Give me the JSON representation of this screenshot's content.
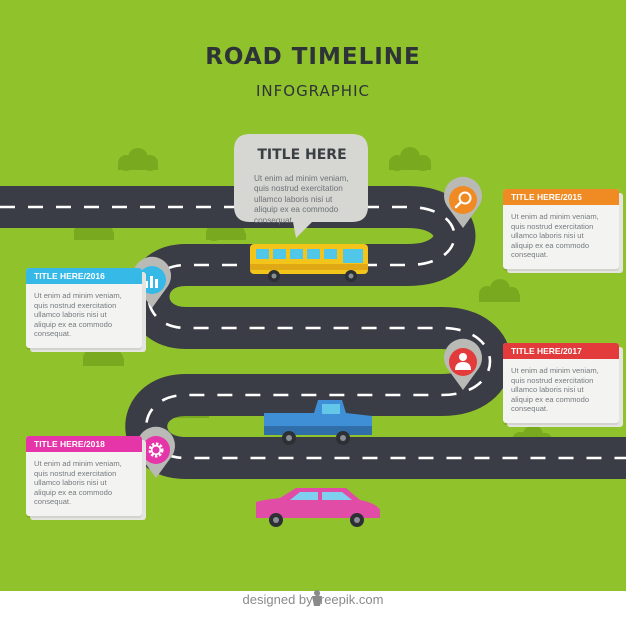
{
  "header": {
    "title": "ROAD TIMELINE",
    "subtitle": "INFOGRAPHIC"
  },
  "bubble": {
    "title": "TITLE HERE",
    "lines": [
      "Ut enim ad minim veniam,",
      "quis nostrud exercitation",
      "ullamco laboris nisi ut",
      "aliquip ex ea commodo",
      "consequat."
    ]
  },
  "milestones": [
    {
      "label": "TITLE HERE/2015",
      "color": "#f08a22",
      "icon": "magnifier-icon",
      "lines": [
        "Ut enim ad minim veniam,",
        "quis nostrud exercitation",
        "ullamco laboris nisi ut",
        "aliquip ex ea commodo",
        "consequat."
      ]
    },
    {
      "label": "TITLE HERE/2016",
      "color": "#36b9e6",
      "icon": "bar-chart-icon",
      "lines": [
        "Ut enim ad minim veniam,",
        "quis nostrud exercitation",
        "ullamco laboris nisi ut",
        "aliquip ex ea commodo",
        "consequat."
      ]
    },
    {
      "label": "TITLE HERE/2017",
      "color": "#e33b3b",
      "icon": "user-icon",
      "lines": [
        "Ut enim ad minim veniam,",
        "quis nostrud exercitation",
        "ullamco laboris nisi ut",
        "aliquip ex ea commodo",
        "consequat."
      ]
    },
    {
      "label": "TITLE HERE/2018",
      "color": "#e535a8",
      "icon": "gear-icon",
      "lines": [
        "Ut enim ad minim veniam,",
        "quis nostrud exercitation",
        "ullamco laboris nisi ut",
        "aliquip ex ea commodo",
        "consequat."
      ]
    }
  ],
  "vehicles": [
    "school-bus",
    "pickup-truck",
    "car"
  ],
  "colors": {
    "grass": "#8fc22b",
    "road": "#3a3d45",
    "bush": "#79a91f"
  },
  "credit": "designed by  freepik.com"
}
